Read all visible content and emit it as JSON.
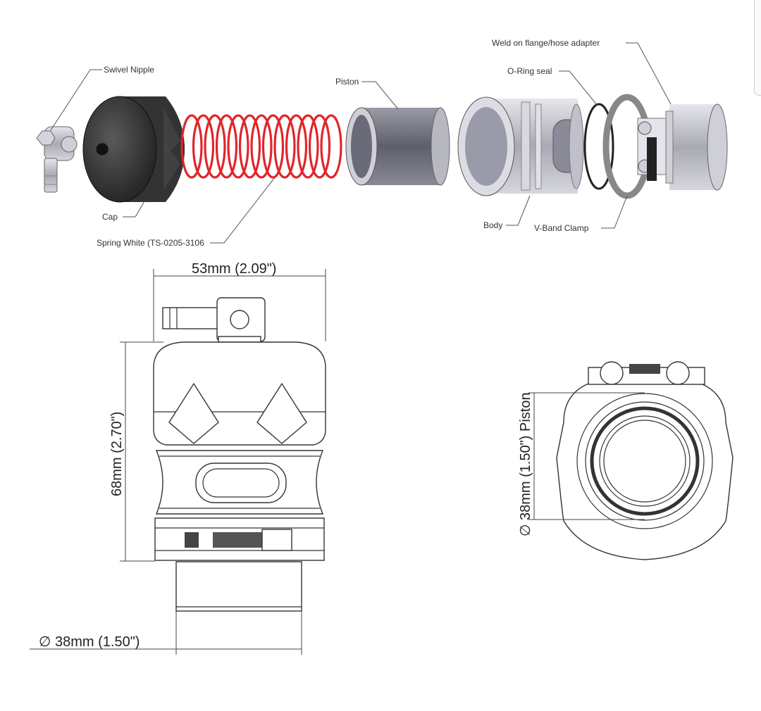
{
  "labels": {
    "swivel_nipple": "Swivel Nipple",
    "cap": "Cap",
    "spring": "Spring White (TS-0205-3106",
    "piston": "Piston",
    "oring": "O-Ring seal",
    "weld_adapter": "Weld on flange/hose adapter",
    "body": "Body",
    "vband": "V-Band Clamp"
  },
  "dimensions": {
    "width": "53mm (2.09\")",
    "height": "68mm (2.70\")",
    "outlet_diameter": "∅ 38mm (1.50\")",
    "piston_diameter": "∅ 38mm (1.50\") Piston"
  },
  "colors": {
    "spring": "#e0262b",
    "cap": "#3a3a3a",
    "metal": "#c8c8d0",
    "piston": "#7a7a86"
  }
}
